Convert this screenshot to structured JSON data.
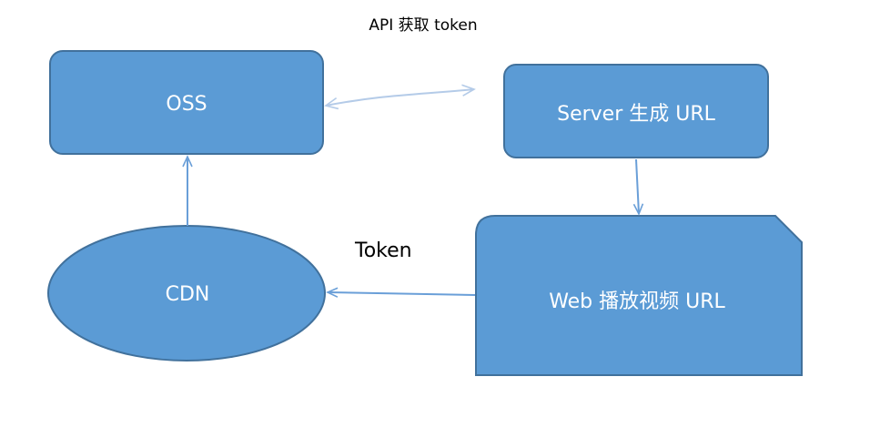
{
  "header": {
    "title": "API  获取 token"
  },
  "nodes": {
    "oss": {
      "label": "OSS"
    },
    "server": {
      "label": "Server 生成 URL"
    },
    "cdn": {
      "label": "CDN"
    },
    "web": {
      "label": "Web 播放视频 URL"
    }
  },
  "edges": {
    "web_to_cdn": {
      "label": "Token"
    }
  },
  "colors": {
    "node_fill": "#5b9bd5",
    "node_stroke": "#41719c",
    "arrow": "#6a9fd8",
    "double_arrow": "#b4cbe8"
  }
}
